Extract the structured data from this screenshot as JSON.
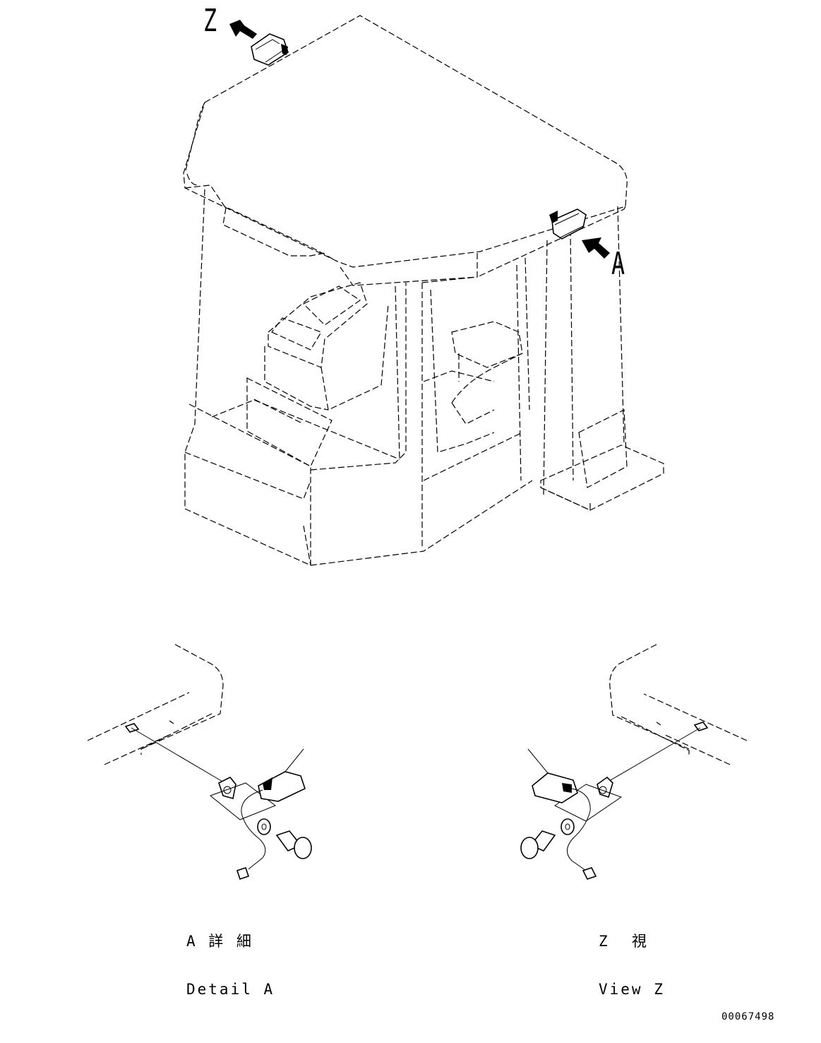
{
  "labels": {
    "view_z_marker": "Z",
    "detail_a_marker": "A",
    "detail_a_caption_jp": "A 詳 細",
    "detail_a_caption_en": "Detail A",
    "view_z_caption_jp": "Z  視",
    "view_z_caption_en": "View Z",
    "drawing_number": "00067498"
  },
  "icons": {
    "arrow_z": "arrow-icon",
    "arrow_a": "arrow-icon",
    "lamp": "work-lamp-icon",
    "bolt": "bolt-icon",
    "washer": "washer-icon",
    "connector": "connector-icon"
  }
}
